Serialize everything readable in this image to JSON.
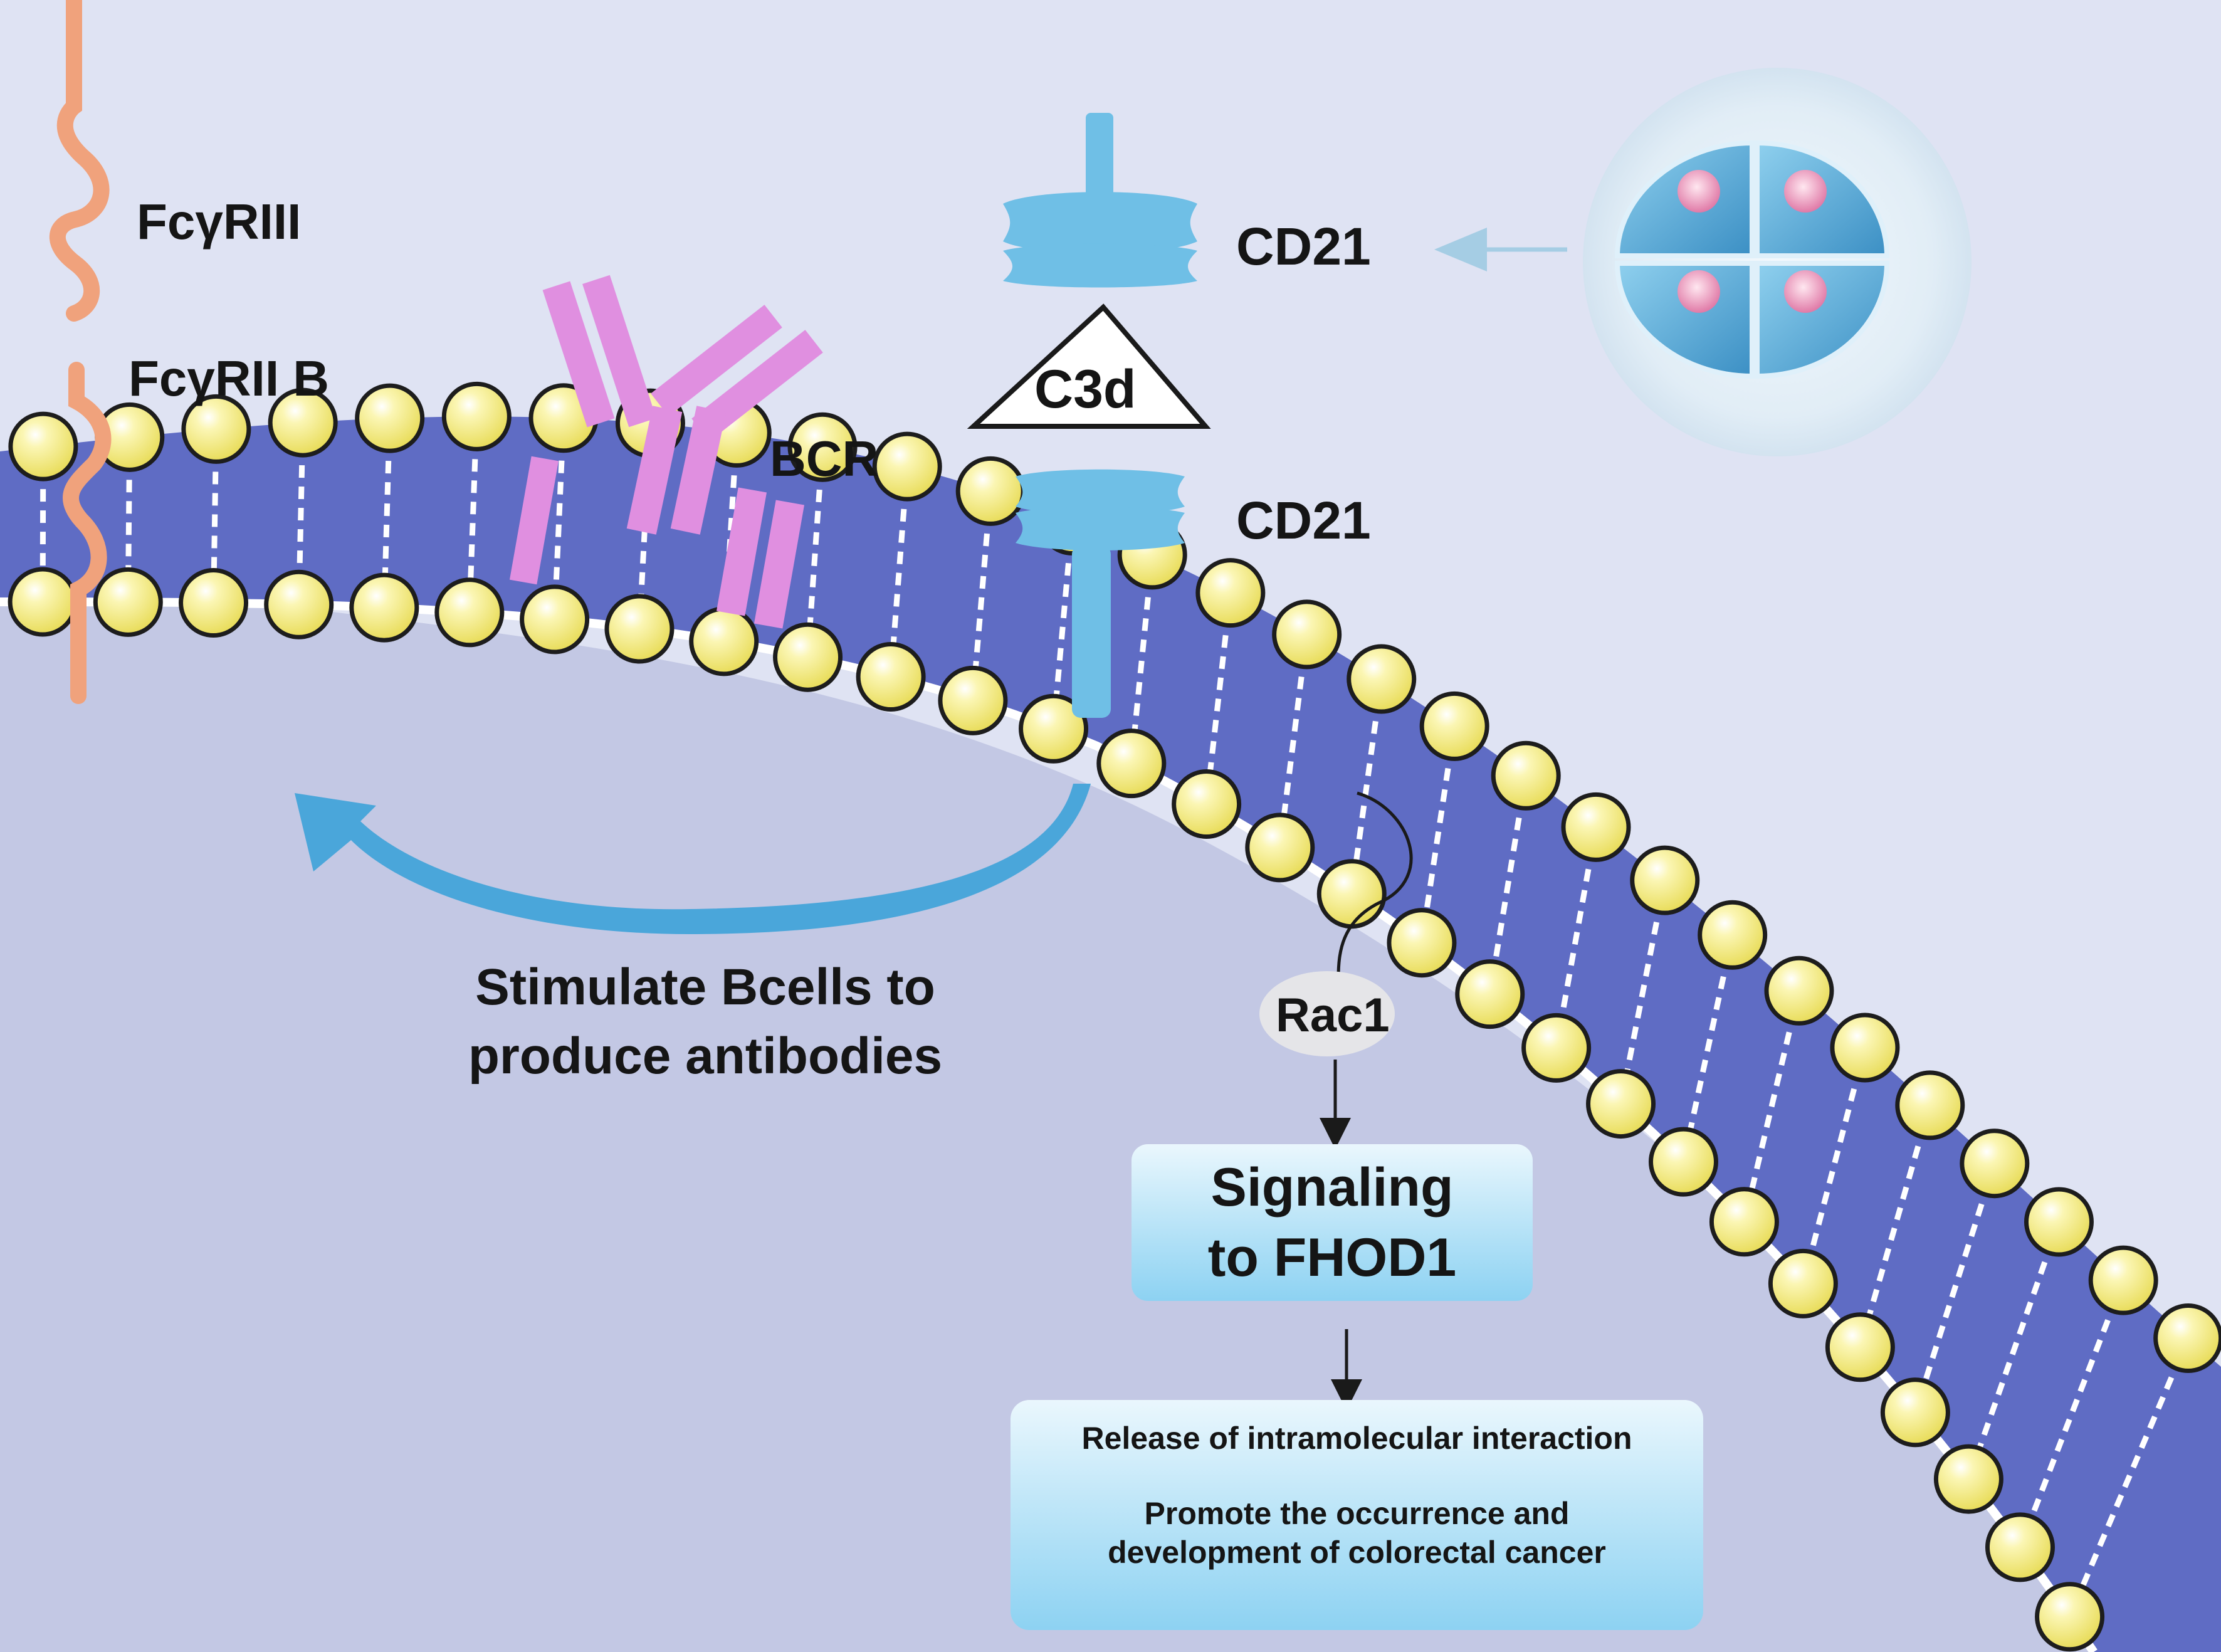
{
  "labels": {
    "fcgr3": "FcγRIII",
    "fcgr2b": "FcγRII B",
    "bcr": "BCR",
    "cd21_top": "CD21",
    "c3d": "C3d",
    "cd21_bottom": "CD21",
    "rac1": "Rac1"
  },
  "stimulate": {
    "line1": "Stimulate Bcells to",
    "line2": "produce antibodies"
  },
  "signaling": {
    "line1": "Signaling",
    "line2": "to FHOD1"
  },
  "outcome": {
    "line1": "Release of intramolecular interaction",
    "line2": "Promote the occurrence and",
    "line3": "development of colorectal cancer"
  },
  "colors": {
    "background": "#dfe3f3",
    "cell_interior": "#c3c8e4",
    "membrane_band": "#5f6cc4",
    "lipid_head": "#f6ef86",
    "antibody": "#e08fe0",
    "receptor_fc": "#f0a27c",
    "cd21": "#6fbfe6",
    "arrow_blue": "#4aa6da"
  }
}
